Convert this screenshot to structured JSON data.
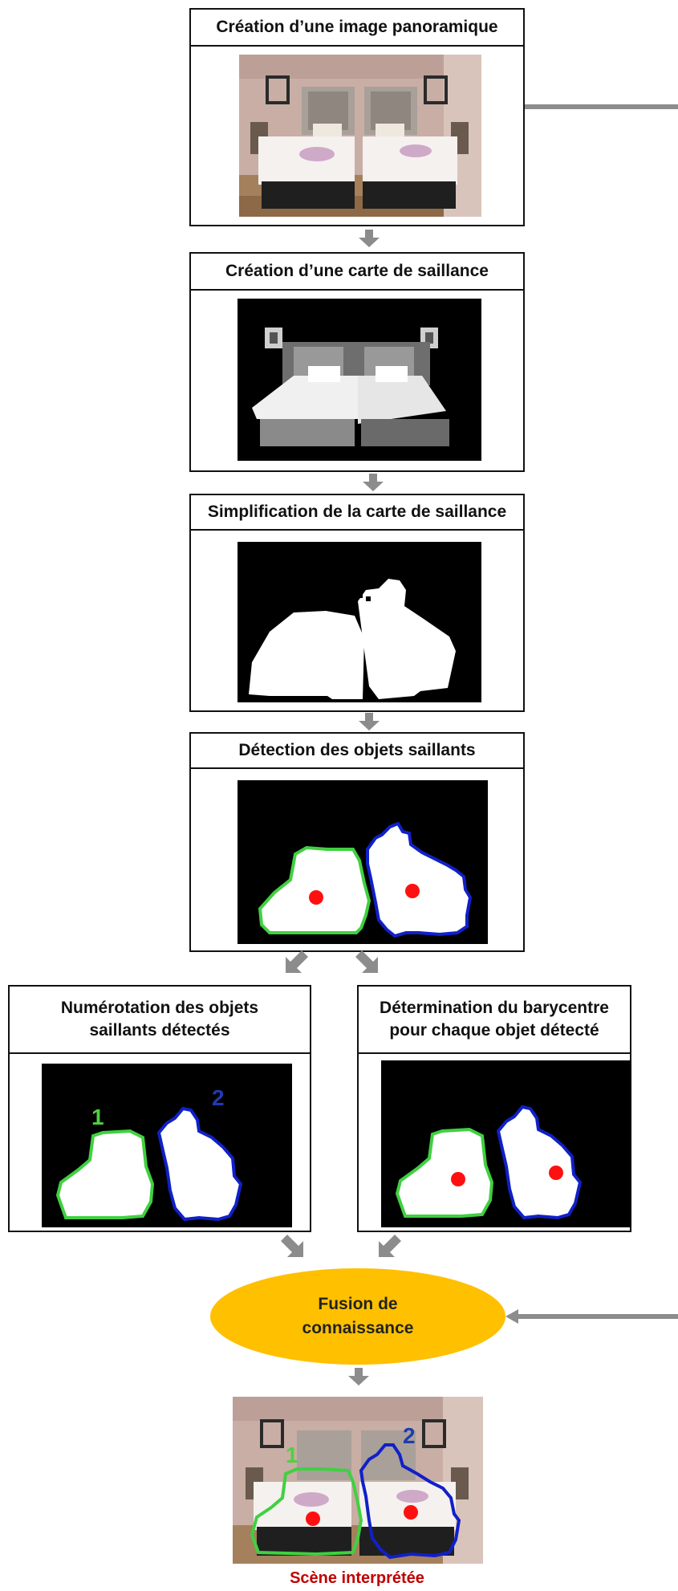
{
  "steps": {
    "panorama": {
      "title": "Création d’une image panoramique"
    },
    "saliency_map": {
      "title": "Création d’une carte de saillance"
    },
    "simplification": {
      "title": "Simplification de la carte de saillance"
    },
    "detection": {
      "title": "Détection des objets saillants"
    },
    "numbering": {
      "title_line1": "Numérotation des objets",
      "title_line2": "saillants détectés"
    },
    "barycenter": {
      "title_line1": "Détermination du barycentre",
      "title_line2": "pour chaque objet détecté"
    }
  },
  "fusion": {
    "line1": "Fusion de",
    "line2": "connaissance"
  },
  "result": {
    "caption": "Scène interprétée",
    "labels": [
      "1",
      "2"
    ]
  },
  "object_labels": [
    "1",
    "2"
  ],
  "colors": {
    "arrow": "#8c8c8c",
    "fusion_fill": "#ffc000",
    "caption": "#c00000",
    "outline_object_1": "#40d040",
    "outline_object_2": "#1020c8",
    "barycenter": "#ff1010",
    "label_1": "#50d040",
    "label_2": "#1f3bb0"
  },
  "icons": [
    "arrow-down-icon",
    "arrow-diagonal-icon",
    "arrow-left-icon"
  ]
}
